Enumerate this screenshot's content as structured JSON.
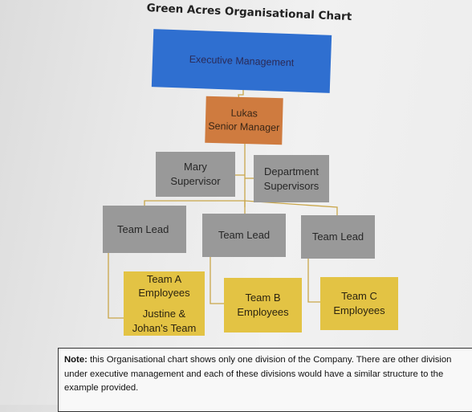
{
  "title": "Green Acres Organisational Chart",
  "executive": {
    "label": "Executive Management"
  },
  "senior_manager": {
    "name": "Lukas",
    "role": "Senior Manager"
  },
  "supervisor": {
    "name": "Mary",
    "role": "Supervisor"
  },
  "department_supervisors": {
    "line1": "Department",
    "line2": "Supervisors"
  },
  "team_leads": [
    {
      "label": "Team Lead"
    },
    {
      "label": "Team Lead"
    },
    {
      "label": "Team Lead"
    }
  ],
  "teams": [
    {
      "line1": "Team A",
      "line2": "Employees",
      "line3": "Justine &",
      "line4": "Johan's Team"
    },
    {
      "line1": "Team B",
      "line2": "Employees"
    },
    {
      "line1": "Team C",
      "line2": "Employees"
    }
  ],
  "note": {
    "label": "Note:",
    "text": "this Organisational chart shows only one division of the Company.  There are other division under executive management and each of these divisions would have a similar structure to the example provided."
  },
  "colors": {
    "executive": "#2f6fd0",
    "senior_manager": "#cf7b3f",
    "supervisors": "#999999",
    "teams": "#e3c344",
    "connector": "#c9a64a"
  }
}
